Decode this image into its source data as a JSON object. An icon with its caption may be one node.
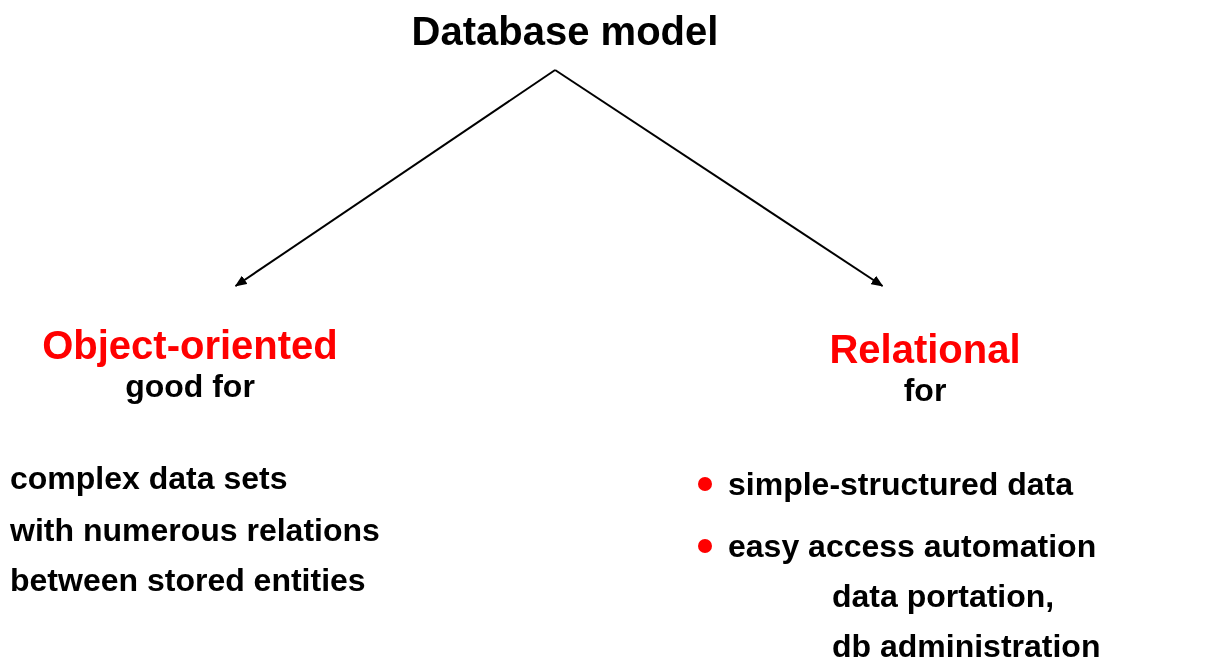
{
  "diagram": {
    "nodes": [
      {
        "text": [
          "Database model"
        ]
      },
      {
        "text": [
          "Object-oriented",
          "good for"
        ]
      },
      {
        "text": [
          "Relational",
          "for"
        ]
      }
    ],
    "edges": [
      {
        "from": 0,
        "to": 1,
        "arrow": "to"
      },
      {
        "from": 0,
        "to": 2,
        "arrow": "to"
      }
    ],
    "labels": [
      "complex data sets",
      "with numerous relations",
      "between stored entities",
      "simple-structured data",
      "easy access automation",
      "data portation,",
      "db administration"
    ]
  }
}
